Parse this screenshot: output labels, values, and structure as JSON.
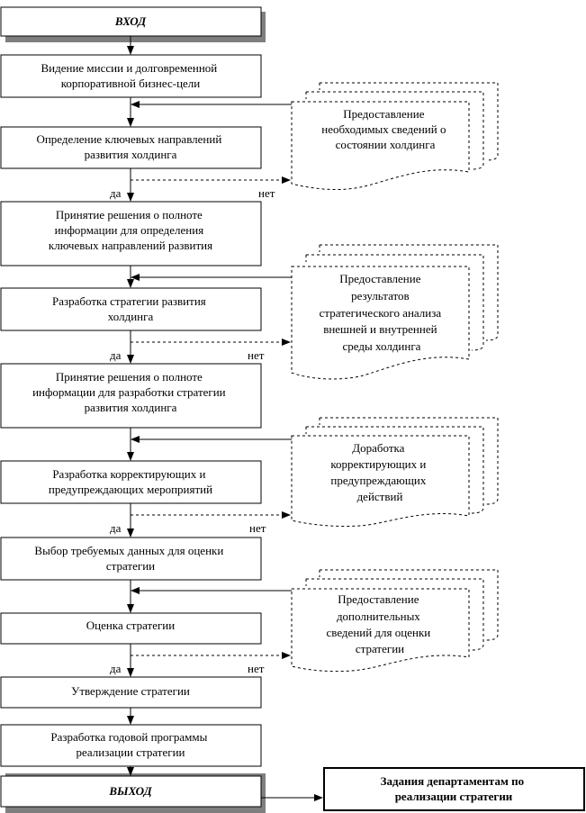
{
  "colors": {
    "line": "#000000",
    "shadow": "#7f7f7f",
    "background": "#ffffff"
  },
  "steps": {
    "input": "ВХОД",
    "s1": [
      "Видение миссии и долговременной",
      "корпоративной бизнес-цели"
    ],
    "s2": [
      "Определение ключевых направлений",
      "развития холдинга"
    ],
    "d1": [
      "Принятие решения о полноте",
      "информации для определения",
      "ключевых направлений развития"
    ],
    "s3": [
      "Разработка стратегии развития",
      "холдинга"
    ],
    "d2": [
      "Принятие решения о полноте",
      "информации для разработки стратегии",
      "развития холдинга"
    ],
    "s4": [
      "Разработка корректирующих и",
      "предупреждающих мероприятий"
    ],
    "s5": [
      "Выбор требуемых данных для оценки",
      "стратегии"
    ],
    "s6": [
      "Оценка стратегии"
    ],
    "s7": [
      "Утверждение стратегии"
    ],
    "s8": [
      "Разработка годовой программы",
      "реализации стратегии"
    ],
    "output": "ВЫХОД"
  },
  "documents": {
    "doc1": [
      "Предоставление",
      "необходимых сведений о",
      "состоянии холдинга"
    ],
    "doc2": [
      "Предоставление",
      "результатов",
      "стратегического анализа",
      "внешней и внутренней",
      "среды холдинга"
    ],
    "doc3": [
      "Доработка",
      "корректирующих и",
      "предупреждающих",
      "действий"
    ],
    "doc4": [
      "Предоставление",
      "дополнительных",
      "сведений для оценки",
      "стратегии"
    ]
  },
  "result": [
    "Задания департаментам по",
    "реализации стратегии"
  ],
  "labels": {
    "yes": "да",
    "no": "нет"
  }
}
